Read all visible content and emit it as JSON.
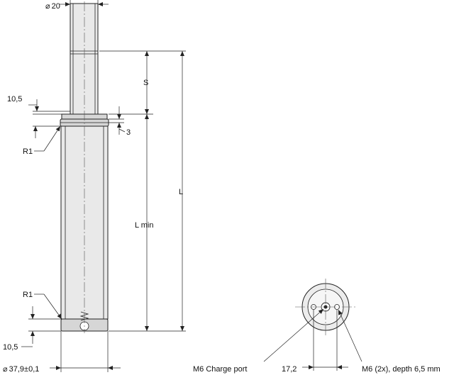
{
  "drawing": {
    "labels": {
      "rod_diameter": "20",
      "body_diameter": "37,9±0,1",
      "stroke": "S",
      "length": "L",
      "length_min": "L min",
      "top_offset": "10,5",
      "bottom_offset": "10,5",
      "groove": "3",
      "radius_top": "R1",
      "radius_bottom": "R1",
      "charge_port": "M6 Charge port",
      "bolt_spacing": "17,2",
      "threads": "M6 (2x), depth 6,5 mm"
    },
    "diameter_symbol": "⌀"
  }
}
